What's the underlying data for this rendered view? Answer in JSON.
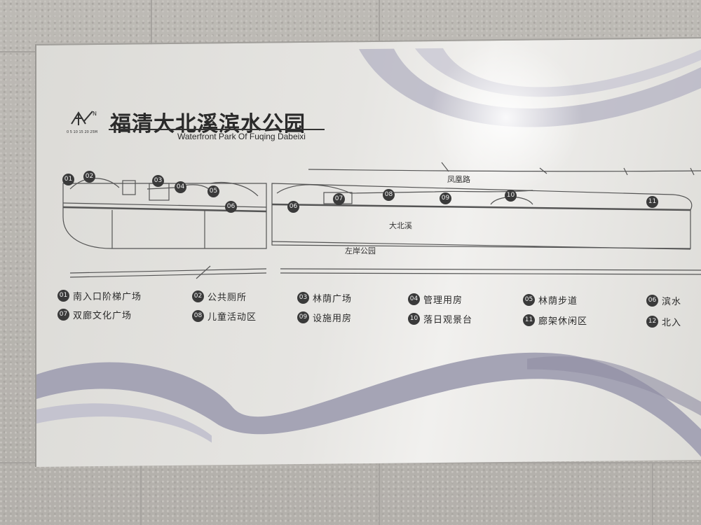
{
  "title": {
    "zh": "福清大北溪滨水公园",
    "en": "Waterfront Park Of Fuqing Dabeixi",
    "scale": "0 5 10 15 20 25M",
    "north": "N"
  },
  "map_labels": {
    "road": "凤凰路",
    "river": "大北溪",
    "left_bank": "左岸公园"
  },
  "markers": [
    "01",
    "02",
    "03",
    "04",
    "05",
    "06",
    "06",
    "07",
    "08",
    "09",
    "10",
    "11"
  ],
  "legend": [
    {
      "num": "01",
      "text": "南入口阶梯广场"
    },
    {
      "num": "02",
      "text": "公共厕所"
    },
    {
      "num": "03",
      "text": "林荫广场"
    },
    {
      "num": "04",
      "text": "管理用房"
    },
    {
      "num": "05",
      "text": "林荫步道"
    },
    {
      "num": "06",
      "text": "滨水"
    },
    {
      "num": "07",
      "text": "双廊文化广场"
    },
    {
      "num": "08",
      "text": "儿童活动区"
    },
    {
      "num": "09",
      "text": "设施用房"
    },
    {
      "num": "10",
      "text": "落日观景台"
    },
    {
      "num": "11",
      "text": "廊架休闲区"
    },
    {
      "num": "12",
      "text": "北入"
    }
  ],
  "colors": {
    "board": "#e6e5e2",
    "ink": "#2a2a2a",
    "swoosh": "#a5a4b5",
    "wall": "#b9b6b1"
  }
}
